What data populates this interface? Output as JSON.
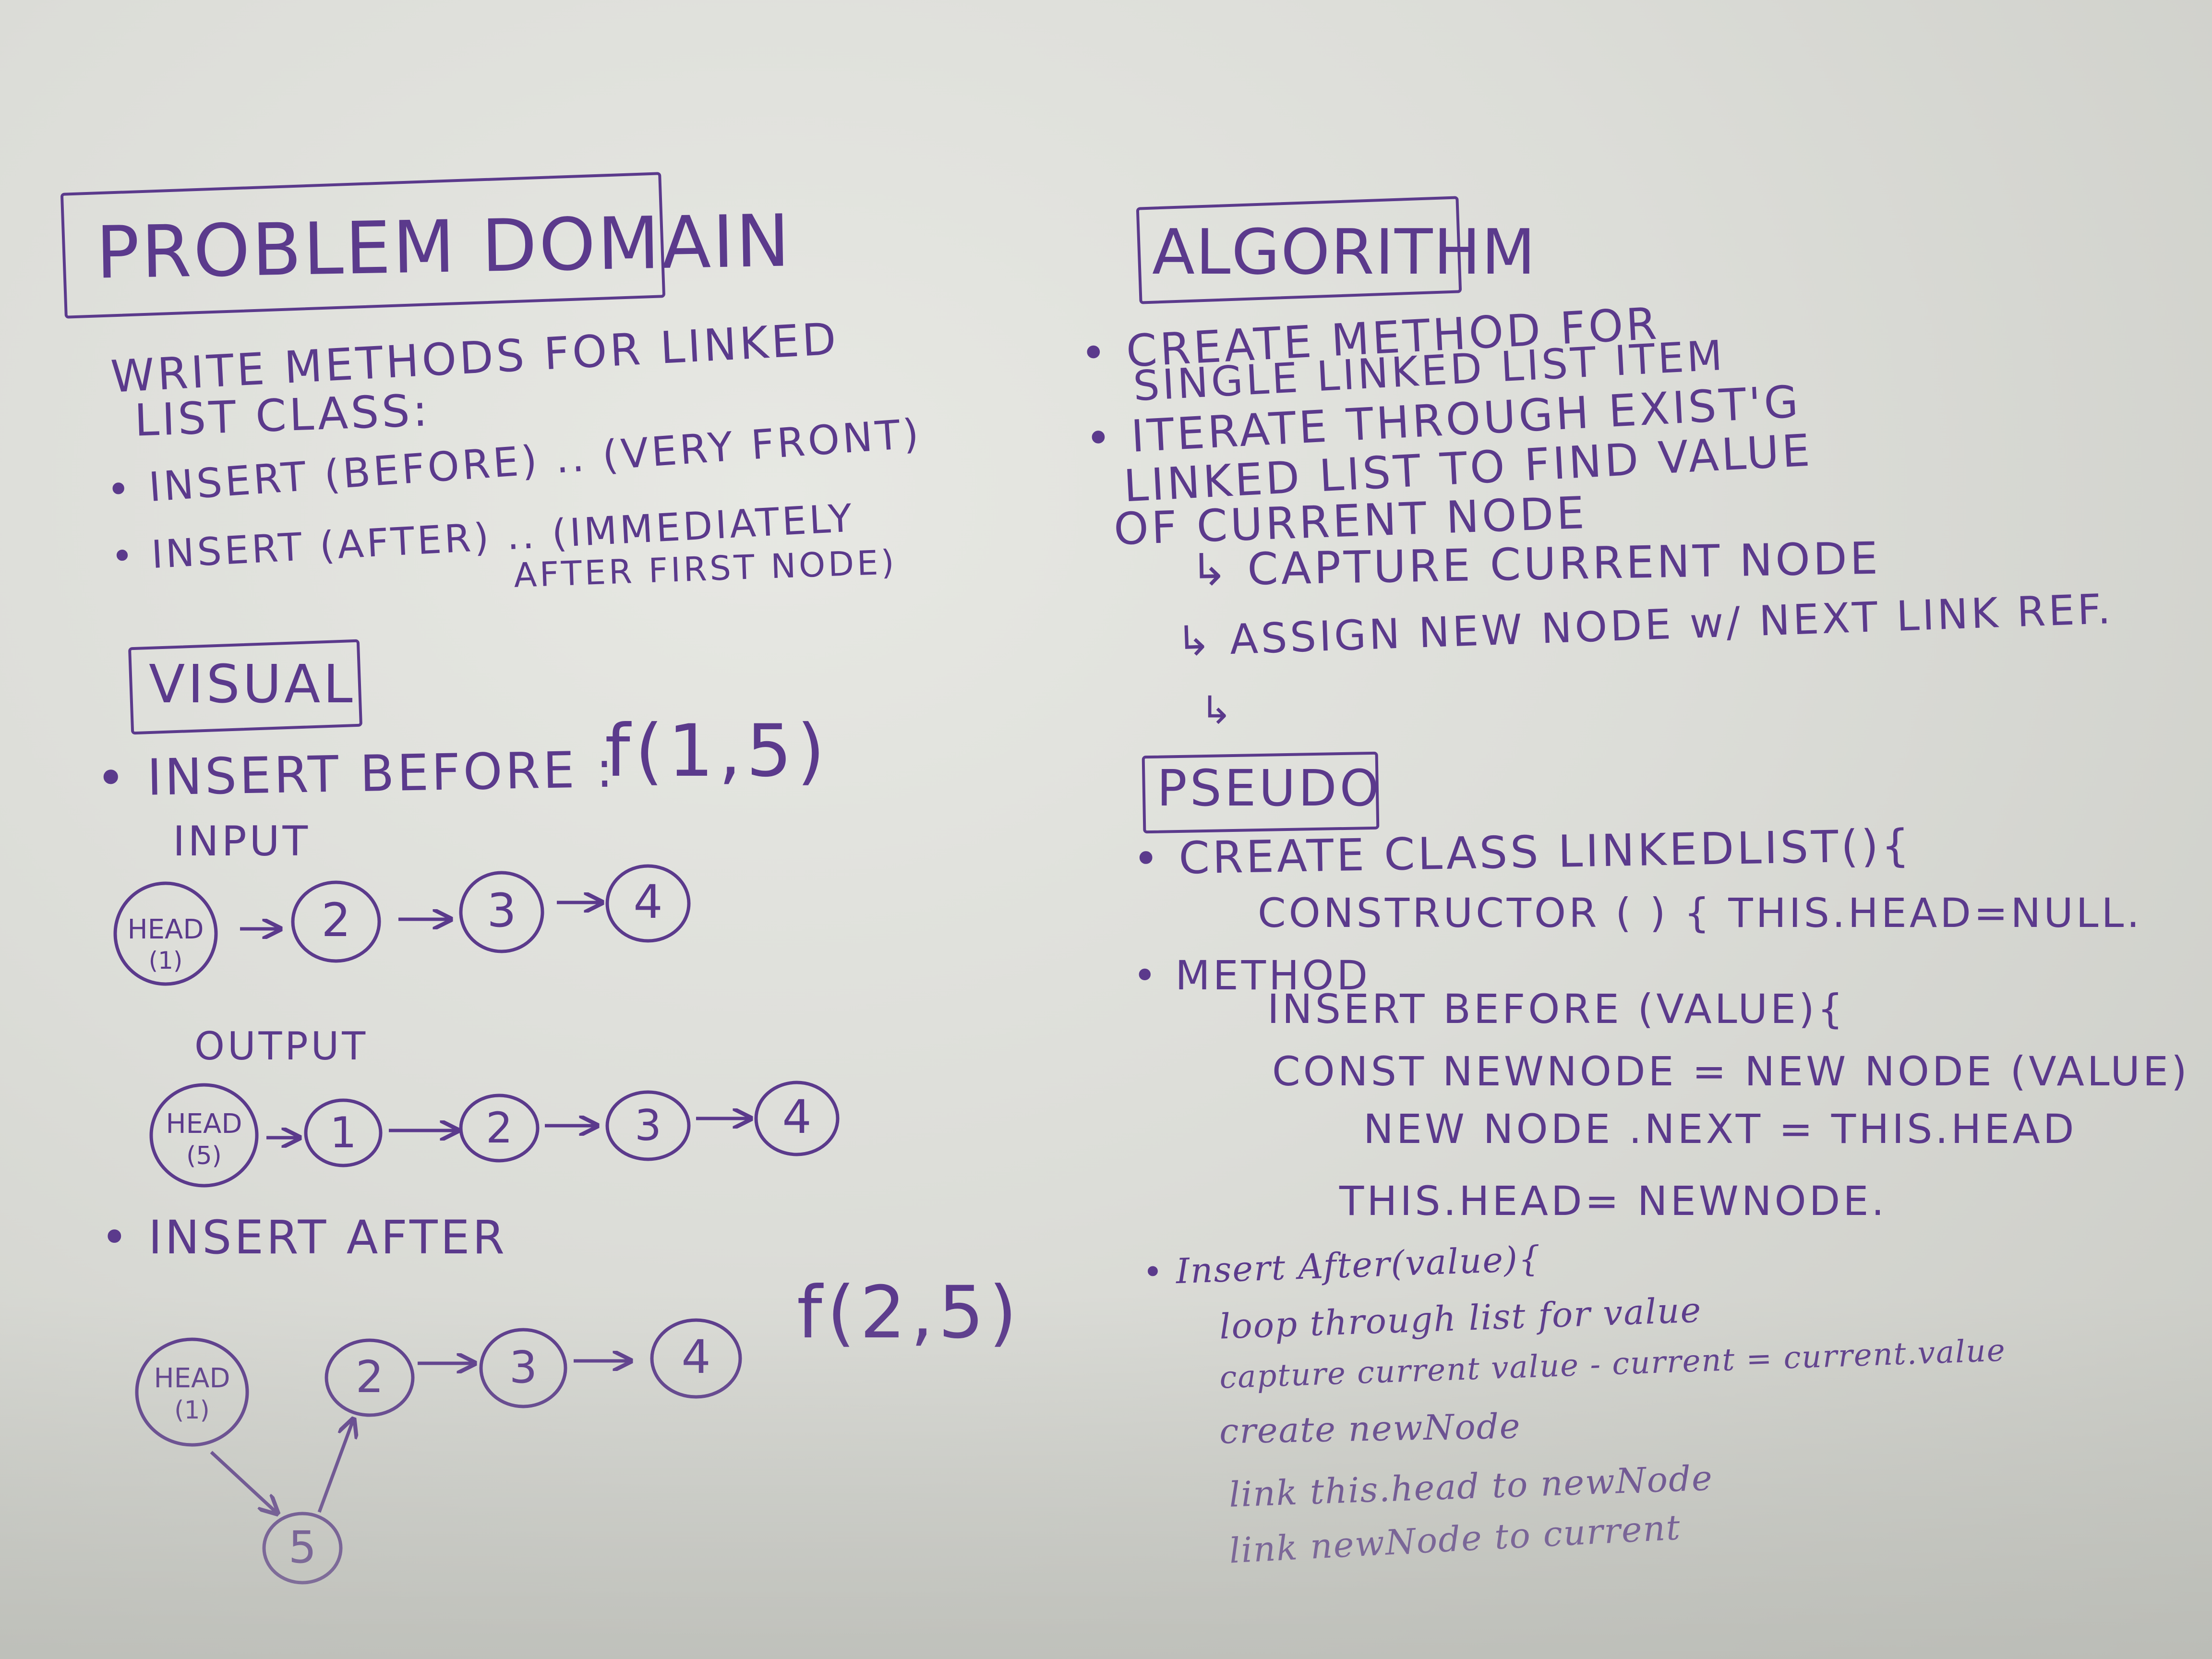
{
  "problem_domain": {
    "title": "PROBLEM DOMAIN",
    "lines": [
      "WRITE METHODS FOR LINKED",
      "LIST CLASS:"
    ],
    "bullets": [
      "• INSERT (BEFORE) .. (VERY FRONT)",
      "• INSERT (AFTER) .. (IMMEDIATELY",
      "AFTER FIRST NODE)"
    ]
  },
  "visual": {
    "title": "VISUAL",
    "insert_before_label": "• INSERT BEFORE :",
    "insert_before_call": "f(1,5)",
    "input_label": "INPUT",
    "output_label": "OUTPUT",
    "input_nodes": [
      "HEAD",
      "(1)",
      "2",
      "3",
      "4"
    ],
    "output_nodes": [
      "HEAD",
      "(5)",
      "1",
      "2",
      "3",
      "4"
    ],
    "insert_after_label": "• INSERT AFTER",
    "insert_after_call": "f(2,5)",
    "after_nodes": [
      "HEAD",
      "(1)",
      "2",
      "3",
      "4",
      "5"
    ]
  },
  "algorithm": {
    "title": "ALGORITHM",
    "lines": [
      "• CREATE  METHOD FOR",
      "SINGLE LINKED LIST ITEM",
      "• ITERATE THROUGH EXIST'G",
      "LINKED LIST TO FIND VALUE",
      "OF CURRENT NODE",
      "↳ CAPTURE  CURRENT NODE",
      "↳ ASSIGN NEW NODE w/ NEXT LINK REF.",
      "↳"
    ]
  },
  "pseudo": {
    "title": "PSEUDO",
    "lines": [
      "• CREATE  CLASS LINKEDLIST(){",
      "CONSTRUCTOR ( ) { THIS.HEAD=NULL.",
      "• METHOD",
      "INSERT BEFORE (VALUE){",
      "CONST NEWNODE = NEW NODE (VALUE)",
      "NEW NODE .NEXT = THIS.HEAD",
      "THIS.HEAD= NEWNODE."
    ],
    "insert_after": [
      "• Insert After(value){",
      "loop through list for value",
      "capture current value - current = current.value",
      "create newNode",
      "link this.head to newNode",
      "link newNode to current"
    ]
  },
  "colors": {
    "ink": "#5b3a8c",
    "board": "#dcddd8"
  }
}
